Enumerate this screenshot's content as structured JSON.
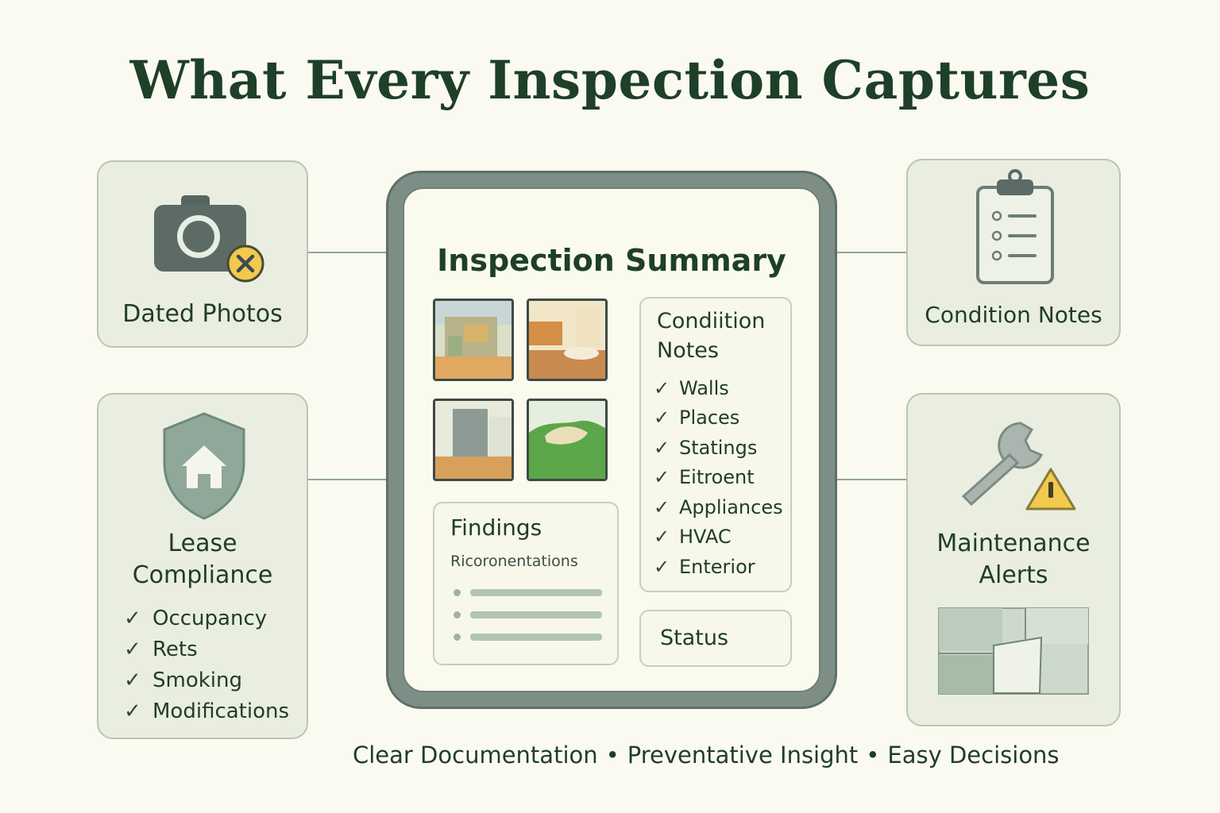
{
  "title": "What Every Inspection Captures",
  "cards": {
    "dated_photos": {
      "label": "Dated Photos",
      "icon": "camera-icon"
    },
    "condition_notes": {
      "label": "Condition Notes",
      "icon": "clipboard-icon"
    },
    "lease_compliance": {
      "label_line1": "Lease",
      "label_line2": "Compliance",
      "icon": "shield-home-icon",
      "items": [
        "Occupancy",
        "Rets",
        "Smoking",
        "Modifications"
      ]
    },
    "maintenance_alerts": {
      "label_line1": "Maintenance",
      "label_line2": "Alerts",
      "icon": "wrench-warning-icon"
    }
  },
  "summary": {
    "title": "Inspection Summary",
    "condition_notes": {
      "title_line1": "Condiition",
      "title_line2": "Notes",
      "items": [
        "Walls",
        "Places",
        "Statings",
        "Eitroent",
        "Appliances",
        "HVAC",
        "Enterior"
      ]
    },
    "findings": {
      "title": "Findings",
      "subtitle": "Ricoronentations"
    },
    "status": {
      "label": "Status"
    }
  },
  "footer": {
    "items": [
      "Clear Documentation",
      "Preventative Insight",
      "Easy Decisions"
    ],
    "separator": "•"
  },
  "colors": {
    "background": "#fbfaf1",
    "card": "#eaeee0",
    "text": "#1f3d2a",
    "accent_yellow": "#f2c94c",
    "device_frame": "#7d8e87"
  }
}
